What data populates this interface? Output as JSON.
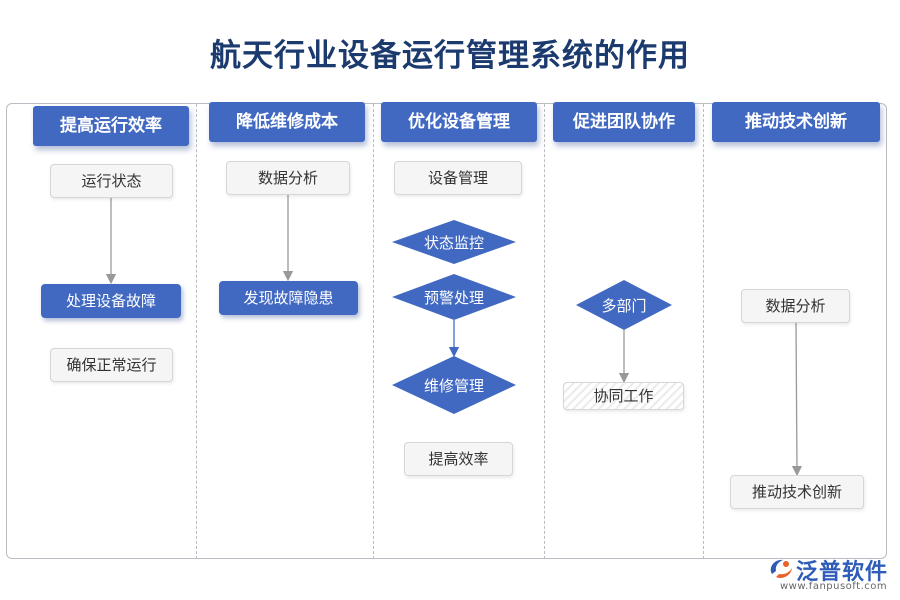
{
  "title": "航天行业设备运行管理系统的作用",
  "lanes": [
    {
      "header": "提高运行效率",
      "nodes": [
        "运行状态",
        "处理设备故障",
        "确保正常运行"
      ]
    },
    {
      "header": "降低维修成本",
      "nodes": [
        "数据分析",
        "发现故障隐患"
      ]
    },
    {
      "header": "优化设备管理",
      "nodes": [
        "设备管理",
        "状态监控",
        "预警处理",
        "维修管理",
        "提高效率"
      ]
    },
    {
      "header": "促进团队协作",
      "nodes": [
        "多部门",
        "协同工作"
      ]
    },
    {
      "header": "推动技术创新",
      "nodes": [
        "数据分析",
        "推动技术创新"
      ]
    }
  ],
  "logo": {
    "name": "泛普软件",
    "url": "www.fanpusoft.com",
    "icon": "fanpu-logo-icon"
  },
  "colors": {
    "title": "#1b3a6e",
    "accent": "#4169c2",
    "box_fill": "#f5f5f5"
  }
}
